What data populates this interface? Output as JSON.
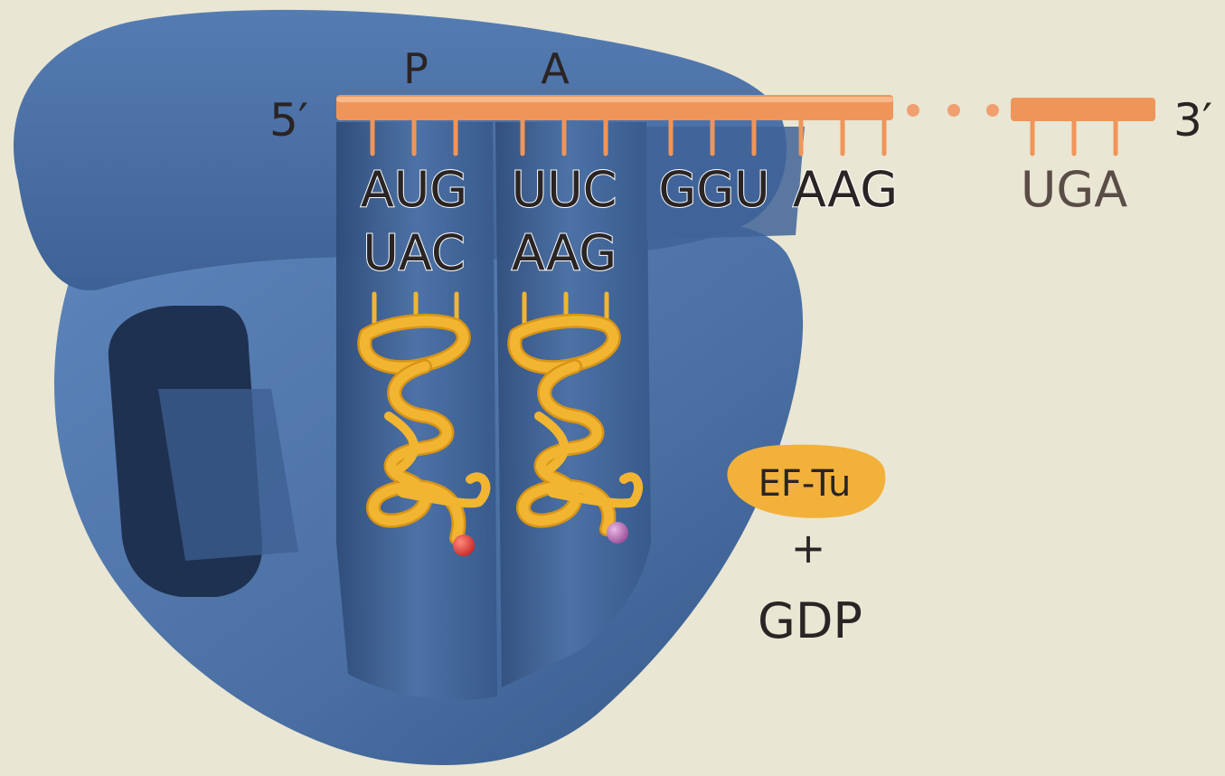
{
  "labels": {
    "site_p": "P",
    "site_a": "A",
    "end_5": "5′",
    "end_3": "3′"
  },
  "mrna_codons": [
    "AUG",
    "UUC",
    "GGU",
    "AAG",
    "UGA"
  ],
  "anticodons": [
    "UAC",
    "AAG"
  ],
  "factor": {
    "name": "EF-Tu",
    "plus": "+",
    "partner": "GDP"
  },
  "colors": {
    "background": "#e9e6d3",
    "ribosome": "#4a6fa3",
    "ribosome_dark": "#2f4c79",
    "mrna": "#f0955a",
    "trna": "#f2b531",
    "ef_tu": "#f2b13a",
    "amino_acid_p": "#d63a35",
    "amino_acid_a": "#b36ab0",
    "text": "#2a2424"
  }
}
